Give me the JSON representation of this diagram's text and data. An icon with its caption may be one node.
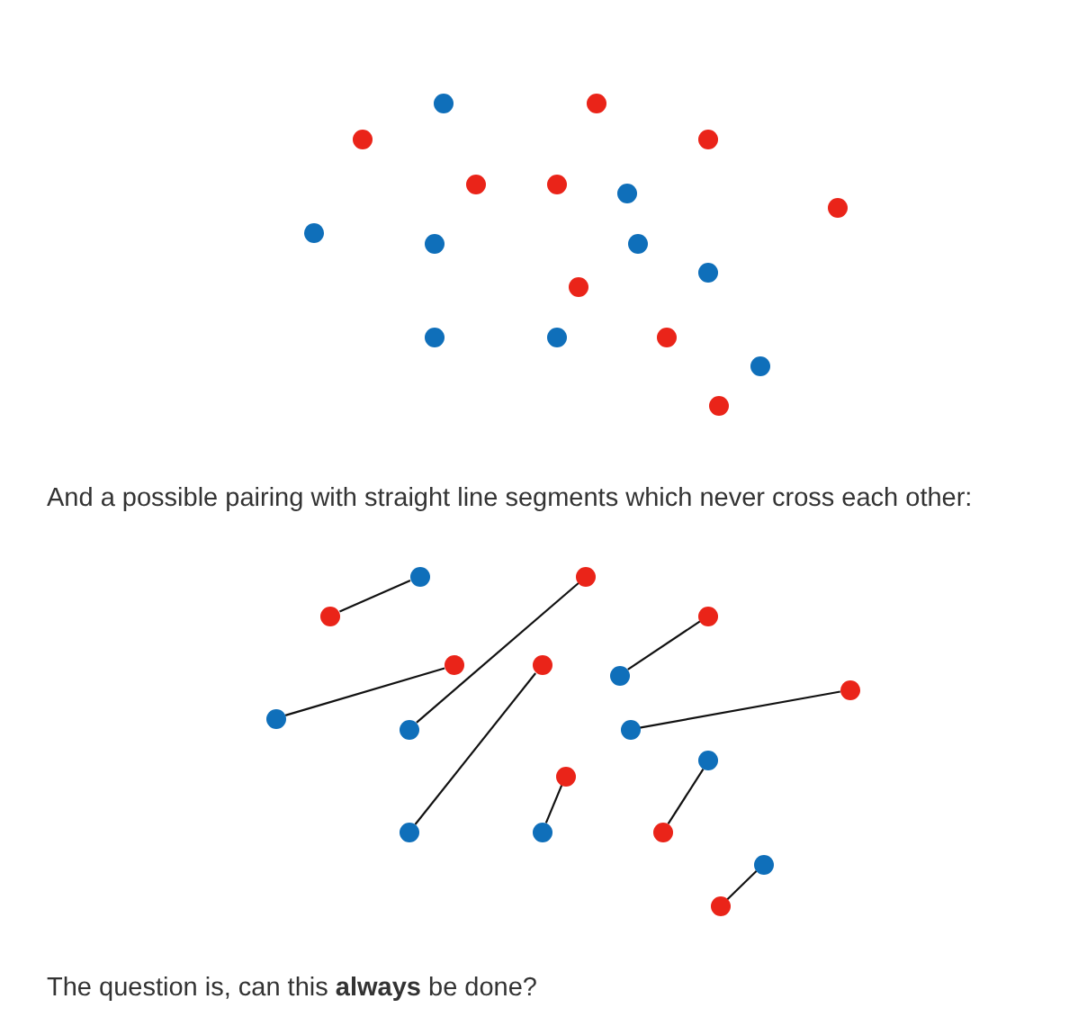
{
  "diagram": {
    "nodes": [
      {
        "text": [],
        "shape": "circle"
      },
      {
        "text": [],
        "shape": "circle"
      },
      {
        "text": [],
        "shape": "circle"
      },
      {
        "text": [],
        "shape": "circle"
      },
      {
        "text": [],
        "shape": "circle"
      },
      {
        "text": [],
        "shape": "circle"
      },
      {
        "text": [],
        "shape": "circle"
      },
      {
        "text": [],
        "shape": "circle"
      },
      {
        "text": [],
        "shape": "circle"
      },
      {
        "text": [],
        "shape": "circle"
      },
      {
        "text": [],
        "shape": "circle"
      },
      {
        "text": [],
        "shape": "circle"
      },
      {
        "text": [],
        "shape": "circle"
      },
      {
        "text": [],
        "shape": "circle"
      },
      {
        "text": [],
        "shape": "circle"
      },
      {
        "text": [],
        "shape": "circle"
      },
      {
        "text": [],
        "shape": "circle"
      },
      {
        "text": [],
        "shape": "circle"
      },
      {
        "text": [],
        "shape": "circle"
      },
      {
        "text": [],
        "shape": "circle"
      },
      {
        "text": [],
        "shape": "circle"
      },
      {
        "text": [],
        "shape": "circle"
      },
      {
        "text": [],
        "shape": "circle"
      },
      {
        "text": [],
        "shape": "circle"
      },
      {
        "text": [],
        "shape": "circle"
      },
      {
        "text": [],
        "shape": "circle"
      },
      {
        "text": [],
        "shape": "circle"
      },
      {
        "text": [],
        "shape": "circle"
      },
      {
        "text": [],
        "shape": "circle"
      },
      {
        "text": [],
        "shape": "circle"
      },
      {
        "text": [],
        "shape": "circle"
      },
      {
        "text": [],
        "shape": "circle"
      },
      {
        "text": [],
        "shape": "circle"
      },
      {
        "text": [],
        "shape": "circle"
      },
      {
        "text": [],
        "shape": "circle"
      },
      {
        "text": [],
        "shape": "circle"
      }
    ],
    "edges": [
      {
        "from": 18,
        "to": 20,
        "arrow": "none"
      },
      {
        "from": 19,
        "to": 27,
        "arrow": "none"
      },
      {
        "from": 21,
        "to": 24,
        "arrow": "none"
      },
      {
        "from": 22,
        "to": 26,
        "arrow": "none"
      },
      {
        "from": 23,
        "to": 31,
        "arrow": "none"
      },
      {
        "from": 25,
        "to": 28,
        "arrow": "none"
      },
      {
        "from": 29,
        "to": 33,
        "arrow": "none"
      },
      {
        "from": 30,
        "to": 32,
        "arrow": "none"
      },
      {
        "from": 34,
        "to": 35,
        "arrow": "none"
      }
    ],
    "labels": [
      "And a possible pairing with straight line segments which never cross each other:",
      "The question is, can this **always** be done?"
    ]
  }
}
